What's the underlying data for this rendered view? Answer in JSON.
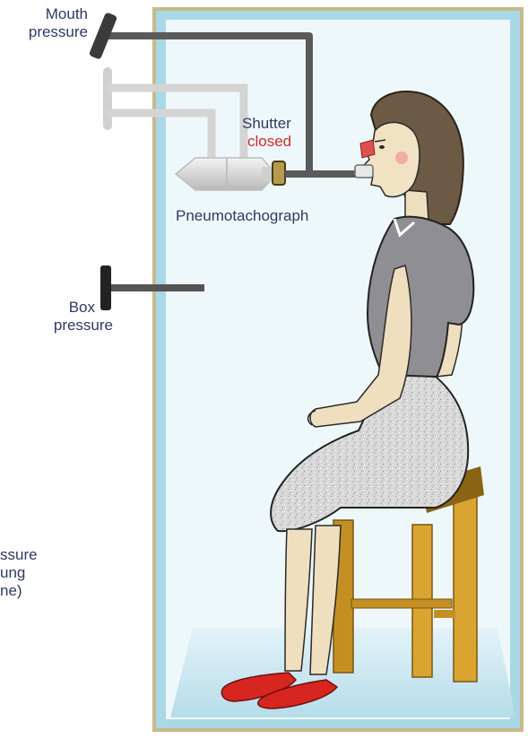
{
  "labels": {
    "mouth_pressure": [
      "Mouth",
      "pressure"
    ],
    "shutter": "Shutter",
    "shutter_state": "closed",
    "pneumotachograph": "Pneumotachograph",
    "box_pressure": [
      "Box",
      "pressure"
    ],
    "partial_left": [
      "ssure",
      "ung",
      "ne)"
    ]
  },
  "colors": {
    "text": "#2f3a66",
    "shutter_state": "#d32b2b",
    "box_frame": "#c9b98a",
    "box_glass": "#a9d8e6",
    "floor": "#c6e3ef",
    "stool": "#d9a530",
    "shoes": "#d6261f",
    "hair": "#6d5a45",
    "shirt": "#8f8f93",
    "skin": "#f0dfbf",
    "tube": "#6b6b6b",
    "nose_clip": "#e05050"
  }
}
